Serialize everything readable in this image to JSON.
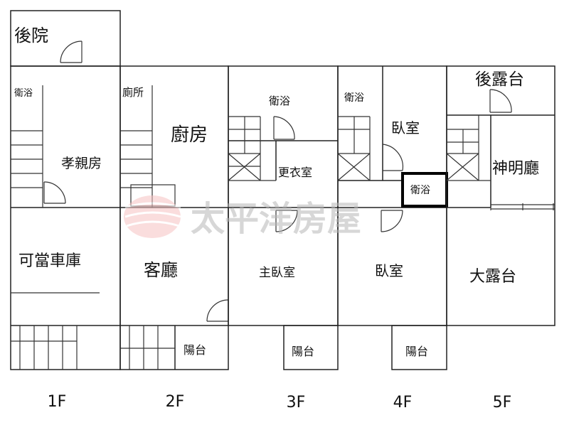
{
  "floors": {
    "f1": {
      "label": "1F",
      "rooms": {
        "backyard": "後院",
        "bathroom": "衛浴",
        "parents_room": "孝親房",
        "garage": "可當車庫"
      }
    },
    "f2": {
      "label": "2F",
      "rooms": {
        "toilet": "廁所",
        "kitchen": "廚房",
        "living_room": "客廳",
        "balcony": "陽台"
      }
    },
    "f3": {
      "label": "3F",
      "rooms": {
        "bathroom": "衛浴",
        "dressing_room": "更衣室",
        "master_bedroom": "主臥室",
        "balcony": "陽台"
      }
    },
    "f4": {
      "label": "4F",
      "rooms": {
        "bathroom": "衛浴",
        "bedroom_top": "臥室",
        "bathroom_small": "衛浴",
        "bedroom": "臥室",
        "balcony": "陽台"
      }
    },
    "f5": {
      "label": "5F",
      "rooms": {
        "back_terrace": "後露台",
        "shrine_hall": "神明廳",
        "big_terrace": "大露台"
      }
    }
  },
  "watermark": "太平洋房屋",
  "colors": {
    "wall": "#222222",
    "highlight": "#000000",
    "watermark": "#d8d8d8",
    "logo": "#f08080"
  }
}
